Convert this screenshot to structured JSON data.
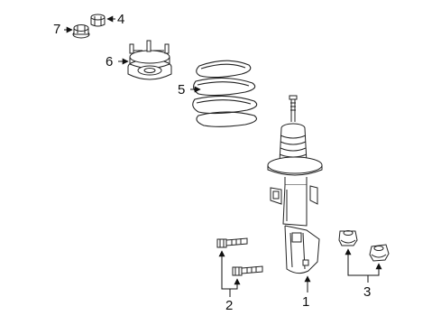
{
  "diagram": {
    "callouts": [
      {
        "id": "c1",
        "label": "1",
        "part": "strut-assembly"
      },
      {
        "id": "c2",
        "label": "2",
        "part": "mounting-bolts"
      },
      {
        "id": "c3",
        "label": "3",
        "part": "bracket-nuts"
      },
      {
        "id": "c4",
        "label": "4",
        "part": "nut-cap"
      },
      {
        "id": "c5",
        "label": "5",
        "part": "coil-spring"
      },
      {
        "id": "c6",
        "label": "6",
        "part": "upper-mount"
      },
      {
        "id": "c7",
        "label": "7",
        "part": "flange-nut"
      }
    ]
  }
}
